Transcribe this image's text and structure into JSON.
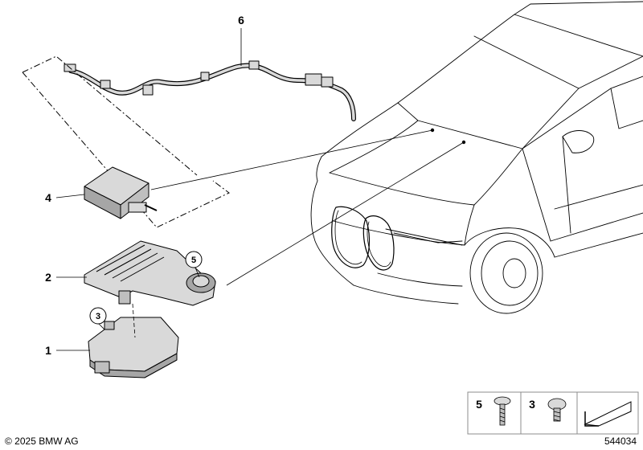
{
  "callouts": {
    "c1": "1",
    "c2": "2",
    "c3": "3",
    "c4": "4",
    "c5": "5",
    "c6": "6"
  },
  "legend": {
    "item5": "5",
    "item3": "3"
  },
  "copyright": "© 2025 BMW AG",
  "diagram_number": "544034",
  "colors": {
    "line": "#000000",
    "part_fill": "#d9d9d9",
    "part_shade": "#a6a6a6",
    "legend_border": "#8c8c8c"
  }
}
